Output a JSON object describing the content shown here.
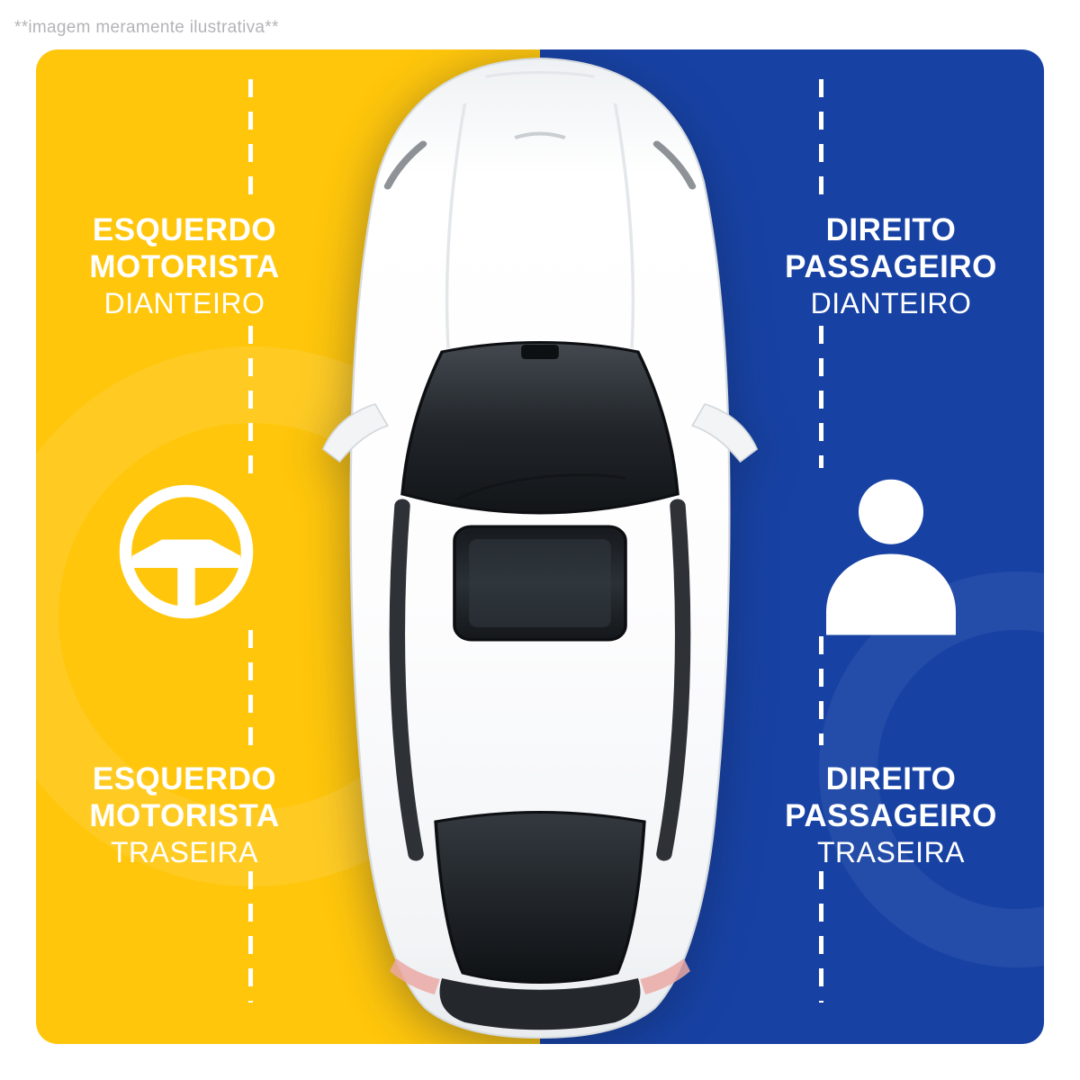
{
  "disclaimer": "**imagem meramente ilustrativa**",
  "colors": {
    "driver_side": "#FFC60B",
    "passenger_side": "#1742A4",
    "label_text": "#FFFFFF",
    "disclaimer_text": "#B4B4B8"
  },
  "labels": {
    "front_left": {
      "line1": "ESQUERDO",
      "line2": "MOTORISTA",
      "line3": "DIANTEIRO"
    },
    "front_right": {
      "line1": "DIREITO",
      "line2": "PASSAGEIRO",
      "line3": "DIANTEIRO"
    },
    "rear_left": {
      "line1": "ESQUERDO",
      "line2": "MOTORISTA",
      "line3": "TRASEIRA"
    },
    "rear_right": {
      "line1": "DIREITO",
      "line2": "PASSAGEIRO",
      "line3": "TRASEIRA"
    }
  },
  "icons": {
    "driver": "steering-wheel-icon",
    "passenger": "person-icon"
  }
}
